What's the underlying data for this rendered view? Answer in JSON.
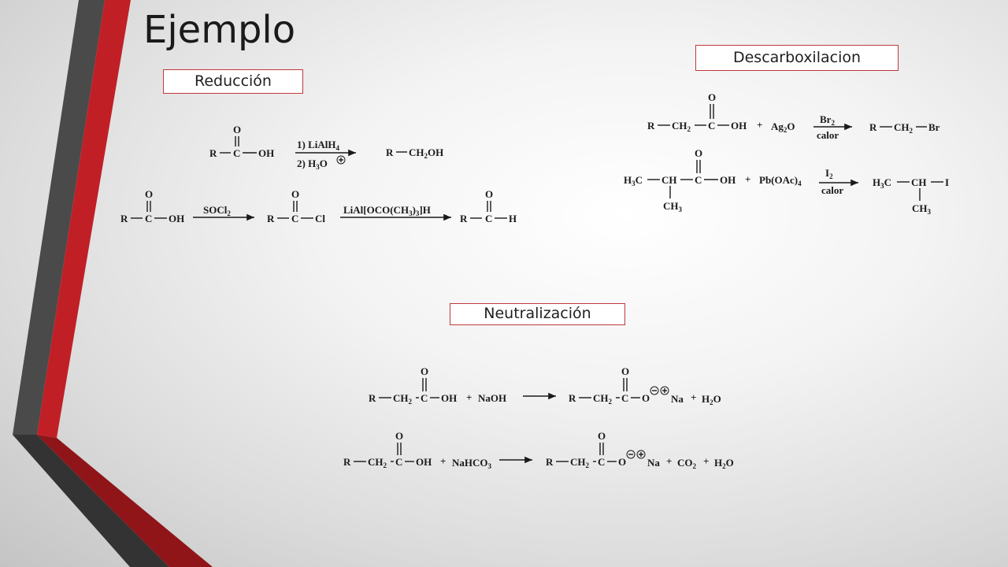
{
  "slide": {
    "title": "Ejemplo"
  },
  "sections": {
    "reduccion": {
      "label": "Reducción"
    },
    "descarboxilacion": {
      "label": "Descarboxilacion"
    },
    "neutralizacion": {
      "label": "Neutralización"
    }
  },
  "chem": {
    "R": "R",
    "C": "C",
    "O": "O",
    "OH": "OH",
    "H": "H",
    "Cl": "Cl",
    "Br": "Br",
    "I": "I",
    "CH": "CH",
    "CH2": "CH",
    "sub2": "2",
    "sub3": "3",
    "sub4": "4",
    "H3C": "H",
    "H3Clead": "H",
    "C_after3": "C",
    "CH3": "CH",
    "Na": "Na",
    "plus": "+",
    "OH_alcohol": "OH",
    "li_step1": "1) LiAlH",
    "li_step2": "2)  H",
    "h3o_tail": "O",
    "socl2": "SOCl",
    "lialoco": "LiAl[OCO(CH",
    "lialoco_mid": ")",
    "lialoco_end": "]H",
    "ag2o_a": "Ag",
    "ag2o_b": "O",
    "br2": "Br",
    "calor": "calor",
    "pboac": "Pb(OAc)",
    "i2": "I",
    "naoh": "NaOH",
    "nahco3": "NaHCO",
    "co2": "CO",
    "h2o_a": "H",
    "h2o_b": "O"
  }
}
